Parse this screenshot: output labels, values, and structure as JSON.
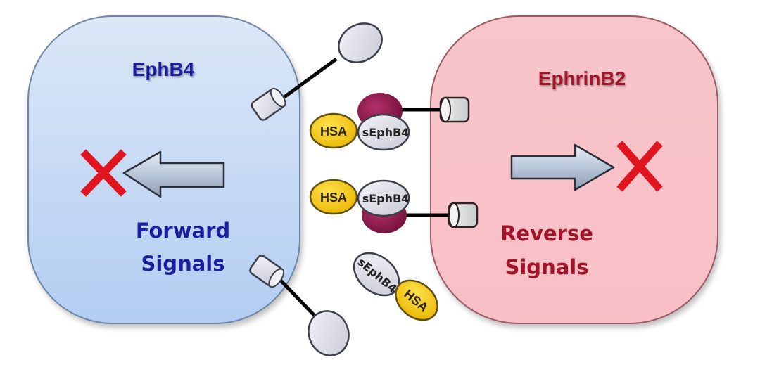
{
  "cells": {
    "left": {
      "title": "EphB4",
      "signal_line1": "Forward",
      "signal_line2": "Signals",
      "fill": "#c9dcf5",
      "stroke": "#6d86a8",
      "text_color": "#1a1fa0"
    },
    "right": {
      "title": "EphrinB2",
      "signal_line1": "Reverse",
      "signal_line2": "Signals",
      "fill": "#f9c4ca",
      "stroke": "#9a5a62",
      "text_color": "#a3142a"
    }
  },
  "complexes": [
    {
      "hsa_label": "HSA",
      "seph_label": "sEphB4",
      "bound_to_ligand": true
    },
    {
      "hsa_label": "HSA",
      "seph_label": "sEphB4",
      "bound_to_ligand": true
    },
    {
      "hsa_label": "HSA",
      "seph_label": "sEphB4",
      "bound_to_ligand": false
    }
  ],
  "colors": {
    "hsa": "#f2c21a",
    "seph": "#dcdde6",
    "ligand_domain": "#8e1848",
    "block_x": "#e0141e",
    "arrow": "#b4c2d6"
  },
  "icons": {
    "forward_arrow": "arrow-left-icon",
    "reverse_arrow": "arrow-right-icon",
    "blocked": "x-mark-icon"
  }
}
